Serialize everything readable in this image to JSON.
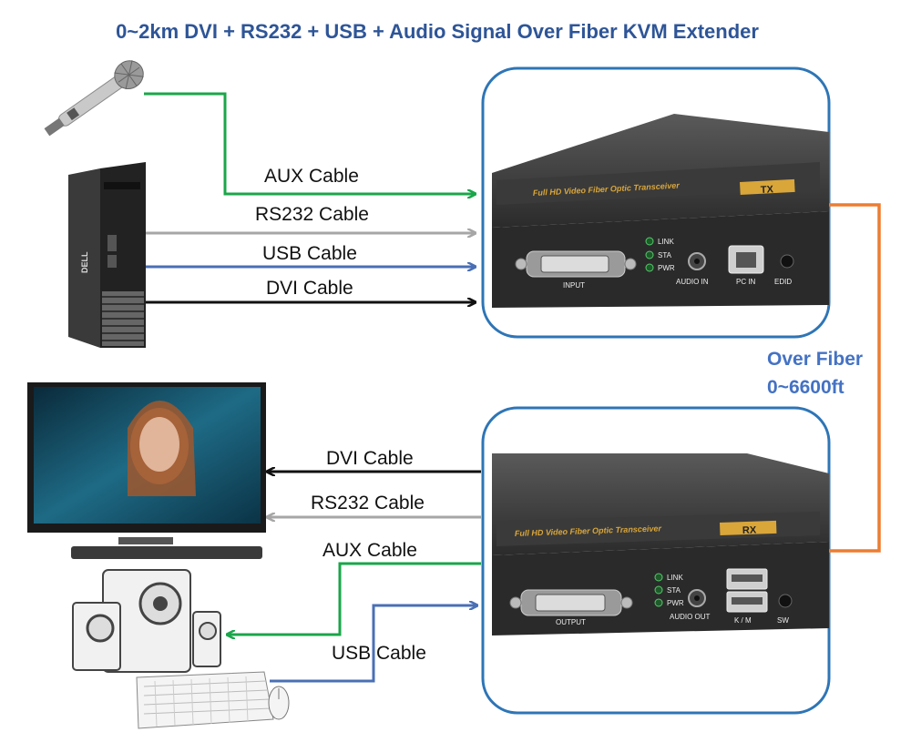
{
  "title": "0~2km DVI + RS232 + USB + Audio Signal Over Fiber KVM Extender",
  "colors": {
    "aux": "#1aa64a",
    "rs232": "#a6a6a6",
    "usb": "#4a6fb5",
    "dvi": "#111111",
    "fiber": "#ed7d31",
    "frame": "#2e75b6",
    "title": "#2e5597"
  },
  "tx_cables": {
    "aux": "AUX Cable",
    "rs232": "RS232 Cable",
    "usb": "USB Cable",
    "dvi": "DVI Cable"
  },
  "rx_cables": {
    "dvi": "DVI Cable",
    "rs232": "RS232 Cable",
    "aux": "AUX Cable",
    "usb": "USB Cable"
  },
  "fiber": {
    "line1": "Over Fiber",
    "line2": "0~6600ft"
  },
  "tx_unit": {
    "banner": "Full HD Video Fiber Optic Transceiver",
    "badge": "TX",
    "leds": [
      "LINK",
      "STA",
      "PWR"
    ],
    "ports": {
      "input": "INPUT",
      "audio": "AUDIO IN",
      "pc": "PC IN",
      "edid": "EDID"
    }
  },
  "rx_unit": {
    "banner": "Full HD Video Fiber Optic Transceiver",
    "badge": "RX",
    "leds": [
      "LINK",
      "STA",
      "PWR"
    ],
    "ports": {
      "output": "OUTPUT",
      "audio": "AUDIO OUT",
      "km": "K / M",
      "sw": "SW"
    }
  },
  "devices": {
    "microphone": "microphone",
    "pc": "desktop-pc",
    "pc_brand": "DELL",
    "monitor": "monitor",
    "speakers": "speakers",
    "keyboard": "keyboard",
    "mouse": "mouse"
  }
}
